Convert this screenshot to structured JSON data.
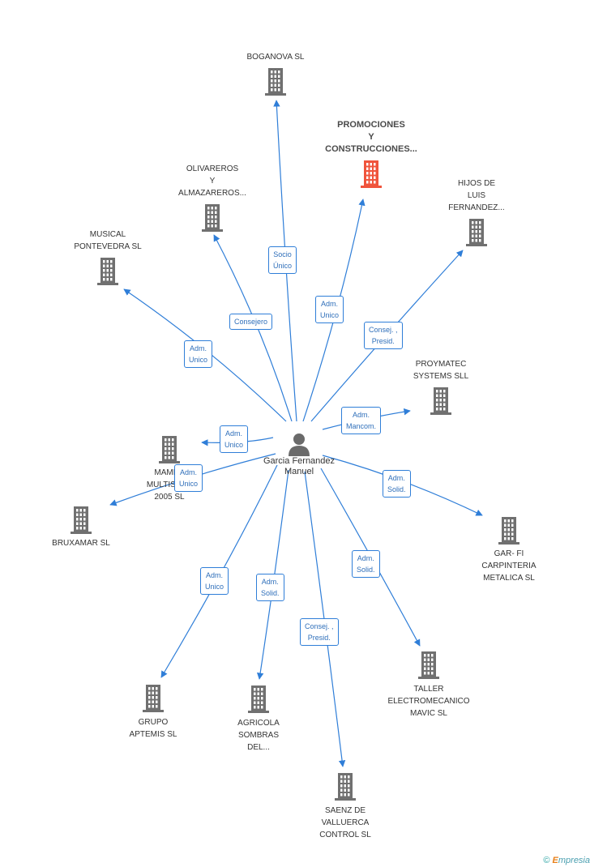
{
  "center": {
    "name": [
      "Garcia",
      "Fernandez",
      "Manuel"
    ],
    "icon": "person-icon"
  },
  "colors": {
    "edge": "#2f7ed8",
    "building": "#707070",
    "highlight": "#f0543c"
  },
  "companies": [
    {
      "id": "boganova",
      "label": [
        "BOGANOVA SL"
      ]
    },
    {
      "id": "promociones",
      "label": [
        "PROMOCIONES",
        "Y",
        "CONSTRUCCIONES..."
      ],
      "highlight": true
    },
    {
      "id": "olivareros",
      "label": [
        "OLIVAREROS",
        "Y",
        "ALMAZAREROS..."
      ]
    },
    {
      "id": "hijos",
      "label": [
        "HIJOS DE",
        "LUIS",
        "FERNANDEZ..."
      ]
    },
    {
      "id": "musical",
      "label": [
        "MUSICAL",
        "PONTEVEDRA SL"
      ]
    },
    {
      "id": "proymatec",
      "label": [
        "PROYMATEC",
        "SYSTEMS  SLL"
      ]
    },
    {
      "id": "mamec",
      "label": [
        "MAMEC",
        "MULTISERV",
        "2005  SL"
      ]
    },
    {
      "id": "bruxamar",
      "label": [
        "BRUXAMAR SL"
      ]
    },
    {
      "id": "garfi",
      "label": [
        "GAR- FI",
        "CARPINTERIA",
        "METALICA SL"
      ]
    },
    {
      "id": "grupo",
      "label": [
        "GRUPO",
        "APTEMIS  SL"
      ]
    },
    {
      "id": "agricola",
      "label": [
        "AGRICOLA",
        "SOMBRAS",
        "DEL..."
      ]
    },
    {
      "id": "taller",
      "label": [
        "TALLER",
        "ELECTROMECANICO",
        "MAVIC SL"
      ]
    },
    {
      "id": "saenz",
      "label": [
        "SAENZ DE",
        "VALLUERCA",
        "CONTROL SL"
      ]
    }
  ],
  "relations": [
    {
      "to": "boganova",
      "label": [
        "Socio",
        "Único"
      ]
    },
    {
      "to": "promociones",
      "label": [
        "Adm.",
        "Unico"
      ]
    },
    {
      "to": "olivareros",
      "label": [
        "Consejero"
      ]
    },
    {
      "to": "hijos",
      "label": [
        "Consej. ,",
        "Presid."
      ]
    },
    {
      "to": "musical",
      "label": [
        "Adm.",
        "Unico"
      ]
    },
    {
      "to": "proymatec",
      "label": [
        "Adm.",
        "Mancom."
      ]
    },
    {
      "to": "mamec",
      "label": [
        "Adm.",
        "Unico"
      ]
    },
    {
      "to": "bruxamar",
      "label": [
        "Adm.",
        "Unico"
      ]
    },
    {
      "to": "garfi",
      "label": [
        "Adm.",
        "Solid."
      ]
    },
    {
      "to": "grupo",
      "label": [
        "Adm.",
        "Unico"
      ]
    },
    {
      "to": "agricola",
      "label": [
        "Adm.",
        "Solid."
      ]
    },
    {
      "to": "taller",
      "label": [
        "Adm.",
        "Solid."
      ]
    },
    {
      "to": "saenz",
      "label": [
        "Consej. ,",
        "Presid."
      ]
    }
  ],
  "footer": {
    "copyright": "©",
    "brand_initial": "E",
    "brand_rest": "mpresia"
  }
}
